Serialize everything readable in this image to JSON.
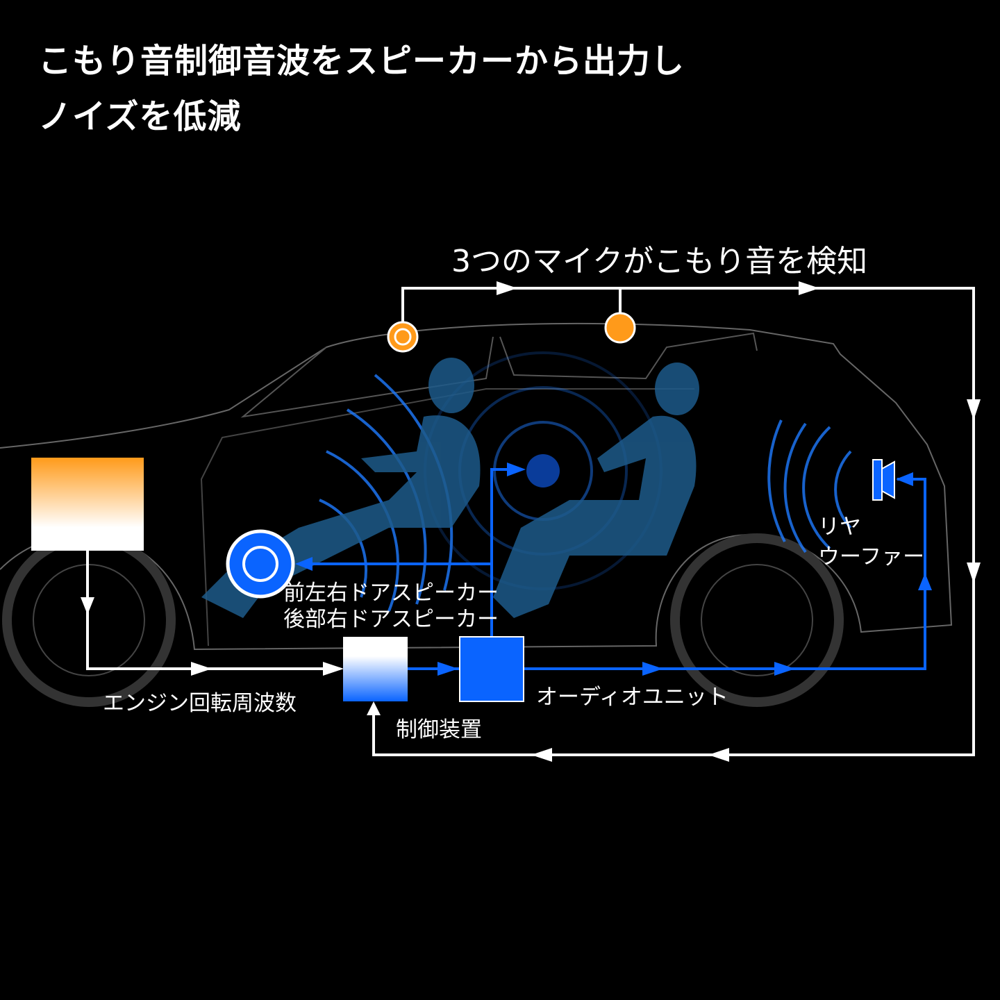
{
  "title": {
    "line1": "こもり音制御音波をスピーカーから出力し",
    "line2": "ノイズを低減"
  },
  "mic_caption": "3つのマイクがこもり音を検知",
  "labels": {
    "door_front": "前左右ドアスピーカー",
    "door_rear": "後部右ドアスピーカー",
    "woofer_1": "リヤ",
    "woofer_2": "ウーファー",
    "engine": "エンジン回転周波数",
    "controller": "制御装置",
    "audio": "オーディオユニット"
  },
  "colors": {
    "orange": "#ff9a1a",
    "blue": "#0a64ff",
    "figure": "#1d5a8a"
  }
}
